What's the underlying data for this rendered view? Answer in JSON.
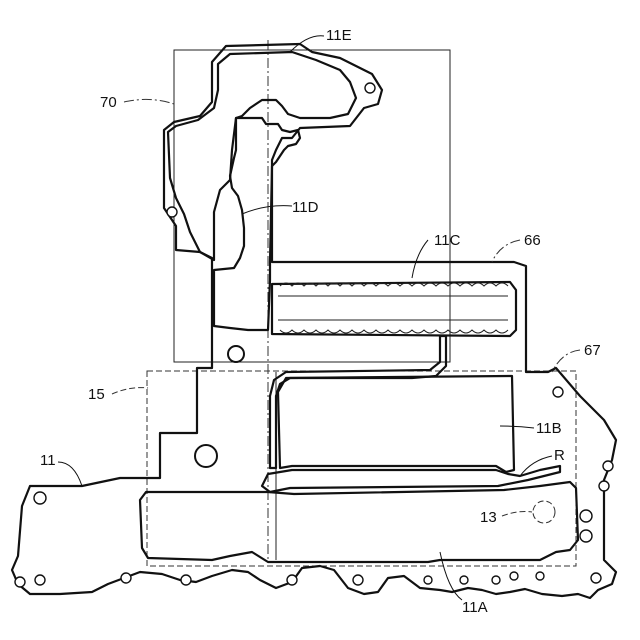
{
  "labels": {
    "l11E": "11E",
    "l70": "70",
    "l11D": "11D",
    "l11C": "11C",
    "l66": "66",
    "l67": "67",
    "l15": "15",
    "l11B": "11B",
    "lR": "R",
    "l11": "11",
    "l13": "13",
    "l11A": "11A"
  }
}
